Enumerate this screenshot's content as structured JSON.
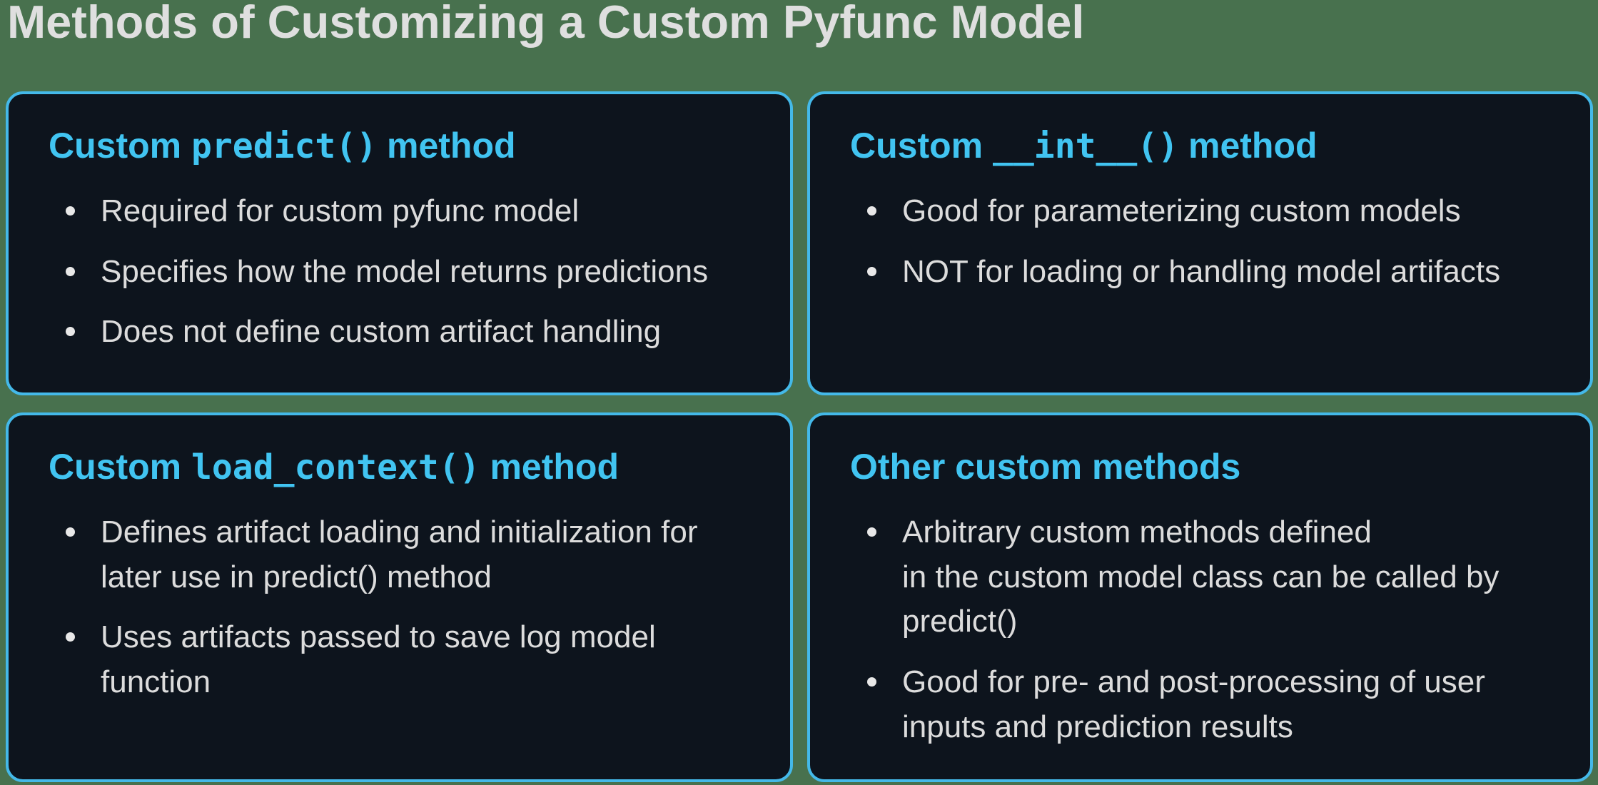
{
  "page": {
    "title": "Methods of Customizing a Custom Pyfunc Model"
  },
  "colors": {
    "background": "#48714E",
    "card_background": "#0D141D",
    "card_border": "#44B9E9",
    "heading_text": "#41C4F1",
    "title_text": "#DFDFDF",
    "body_text": "#DCDCDC",
    "bullet_dot": "#E8E8E8"
  },
  "cards": [
    {
      "heading": {
        "prefix": "Custom ",
        "code": "predict()",
        "suffix": " method"
      },
      "bullets": [
        "Required for custom pyfunc model",
        "Specifies how the model returns predictions",
        "Does not define custom artifact handling"
      ]
    },
    {
      "heading": {
        "prefix": "Custom ",
        "code": "__int__()",
        "suffix": " method"
      },
      "bullets": [
        "Good for parameterizing custom models",
        "NOT for loading or handling model artifacts"
      ]
    },
    {
      "heading": {
        "prefix": "Custom ",
        "code": "load_context()",
        "suffix": " method"
      },
      "bullets": [
        "Defines artifact loading and initialization for later use in predict() method",
        "Uses artifacts passed to save log model function"
      ]
    },
    {
      "heading": {
        "prefix": "Other custom methods",
        "code": "",
        "suffix": ""
      },
      "bullets": [
        "Arbitrary custom methods defined\nin the custom model class can be called by predict()",
        "Good for pre- and post-processing of user inputs and prediction results"
      ]
    }
  ]
}
